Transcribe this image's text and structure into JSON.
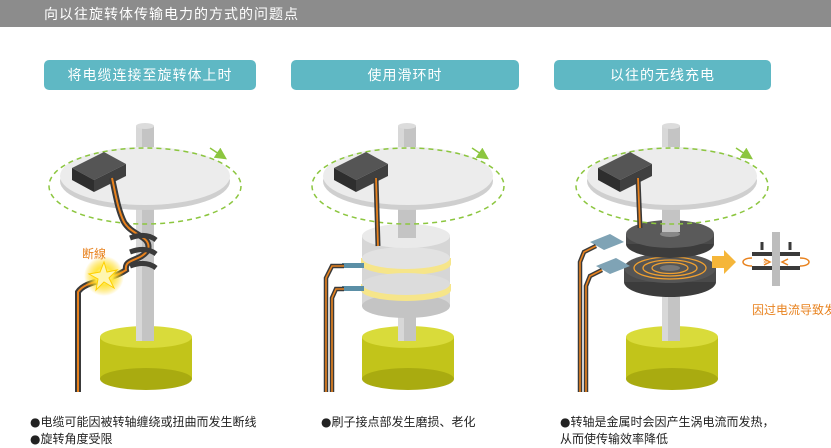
{
  "title": "向以往旋转体传输电力的方式的问题点",
  "panels": [
    {
      "heading": "将电缆连接至旋转体上时",
      "callout": "断線",
      "notes": [
        "●电缆可能因被转轴缠绕或扭曲而发生断线",
        "●旋转角度受限"
      ]
    },
    {
      "heading": "使用滑环时",
      "notes": [
        "●刷子接点部发生磨损、老化"
      ]
    },
    {
      "heading": "以往的无线充电",
      "callout": "因过电流导致发热",
      "notes": [
        "●转轴是金属时会因产生涡电流而发热，",
        "从而使传输效率降低"
      ]
    }
  ],
  "colors": {
    "title_bar": "#8c8c8c",
    "heading_pill": "#5fb8c4",
    "callout_orange": "#e8821e",
    "base_yellow": "#c2c41a",
    "ring_yellow": "#f6e58a",
    "arrow_green": "#8cc63f",
    "shaft_gray": "#bdbdbd"
  }
}
